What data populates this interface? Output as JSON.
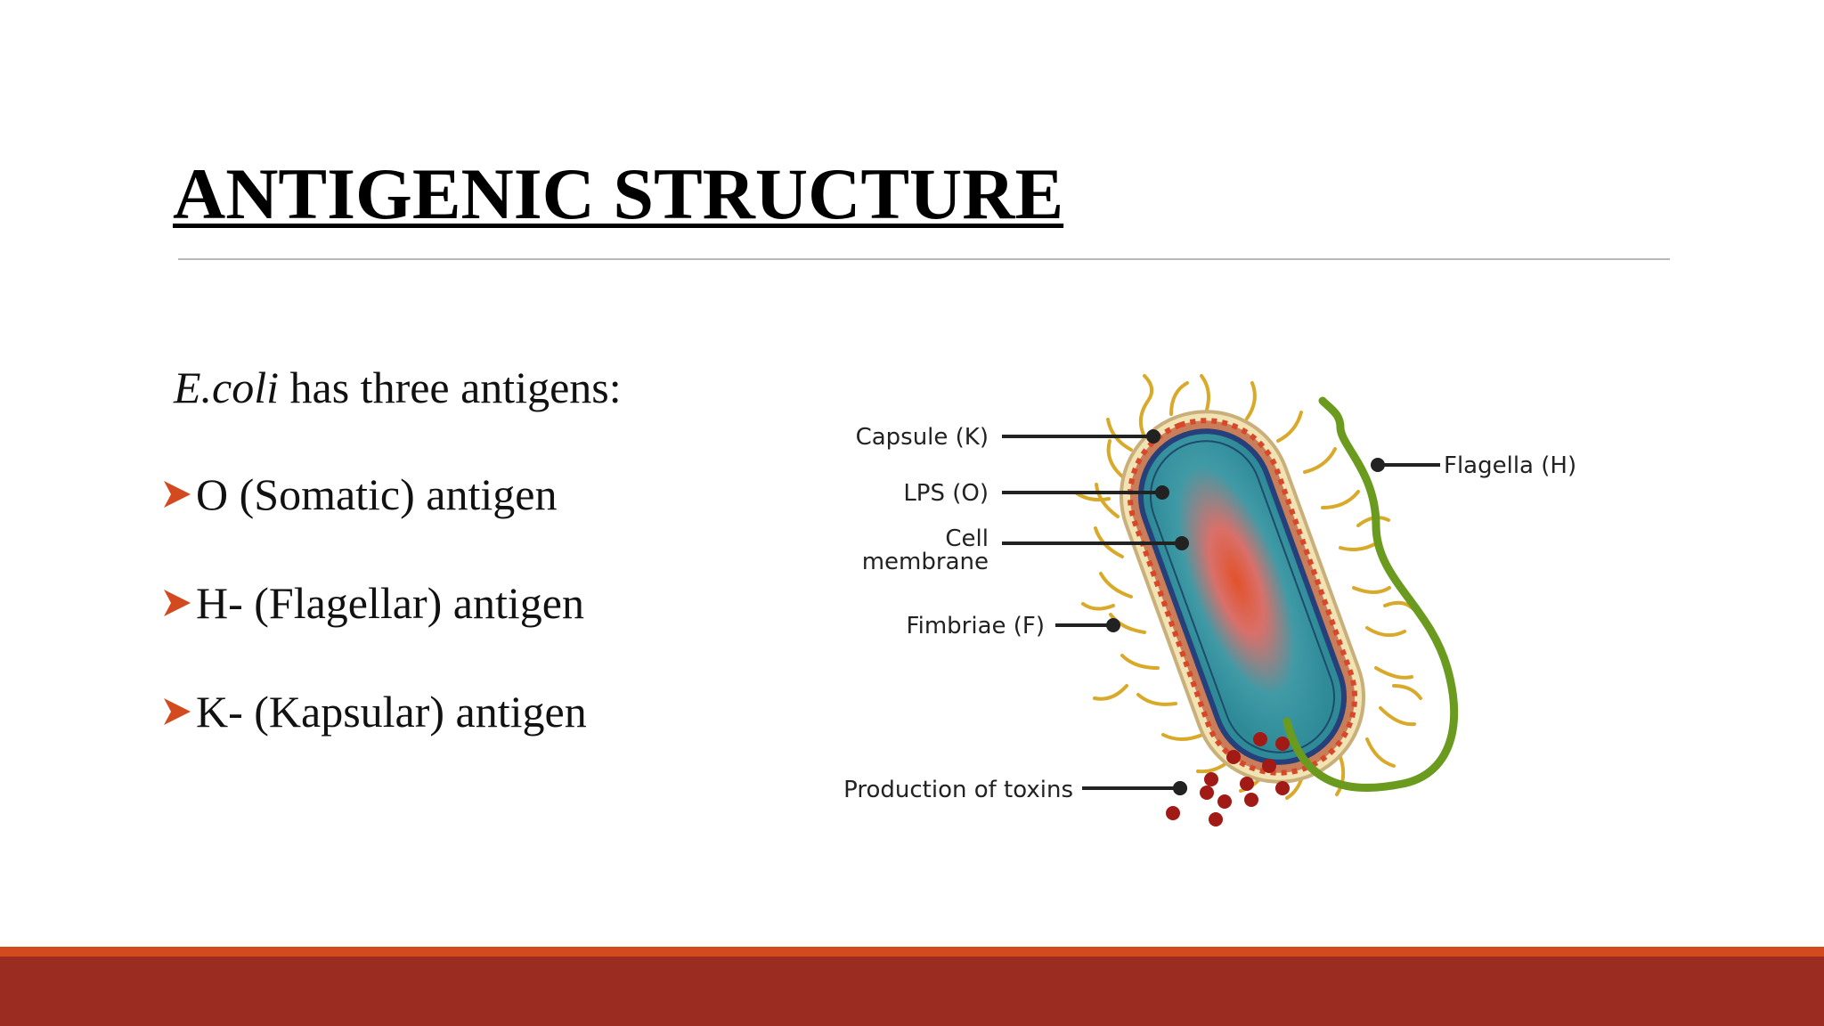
{
  "slide": {
    "title": "ANTIGENIC STRUCTURE",
    "intro_italic": "E.coli",
    "intro_rest": " has three antigens:",
    "bullets": [
      "O (Somatic) antigen",
      "H- (Flagellar) antigen",
      "K- (Kapsular) antigen"
    ]
  },
  "diagram": {
    "labels": {
      "capsule": "Capsule (K)",
      "lps": "LPS (O)",
      "cell_line1": "Cell",
      "cell_line2": "membrane",
      "fimbriae": "Fimbriae (F)",
      "toxins": "Production of toxins",
      "flagella": "Flagella (H)"
    }
  },
  "colors": {
    "footer_orange": "#d24a1e",
    "footer_red": "#9a2c22",
    "bullet_arrow": "#d24a1e",
    "fimbriae": "#d9a92a",
    "cytoplasm": "#3f9aa6",
    "flagellum": "#6a9a1e",
    "toxin": "#a11a16"
  }
}
